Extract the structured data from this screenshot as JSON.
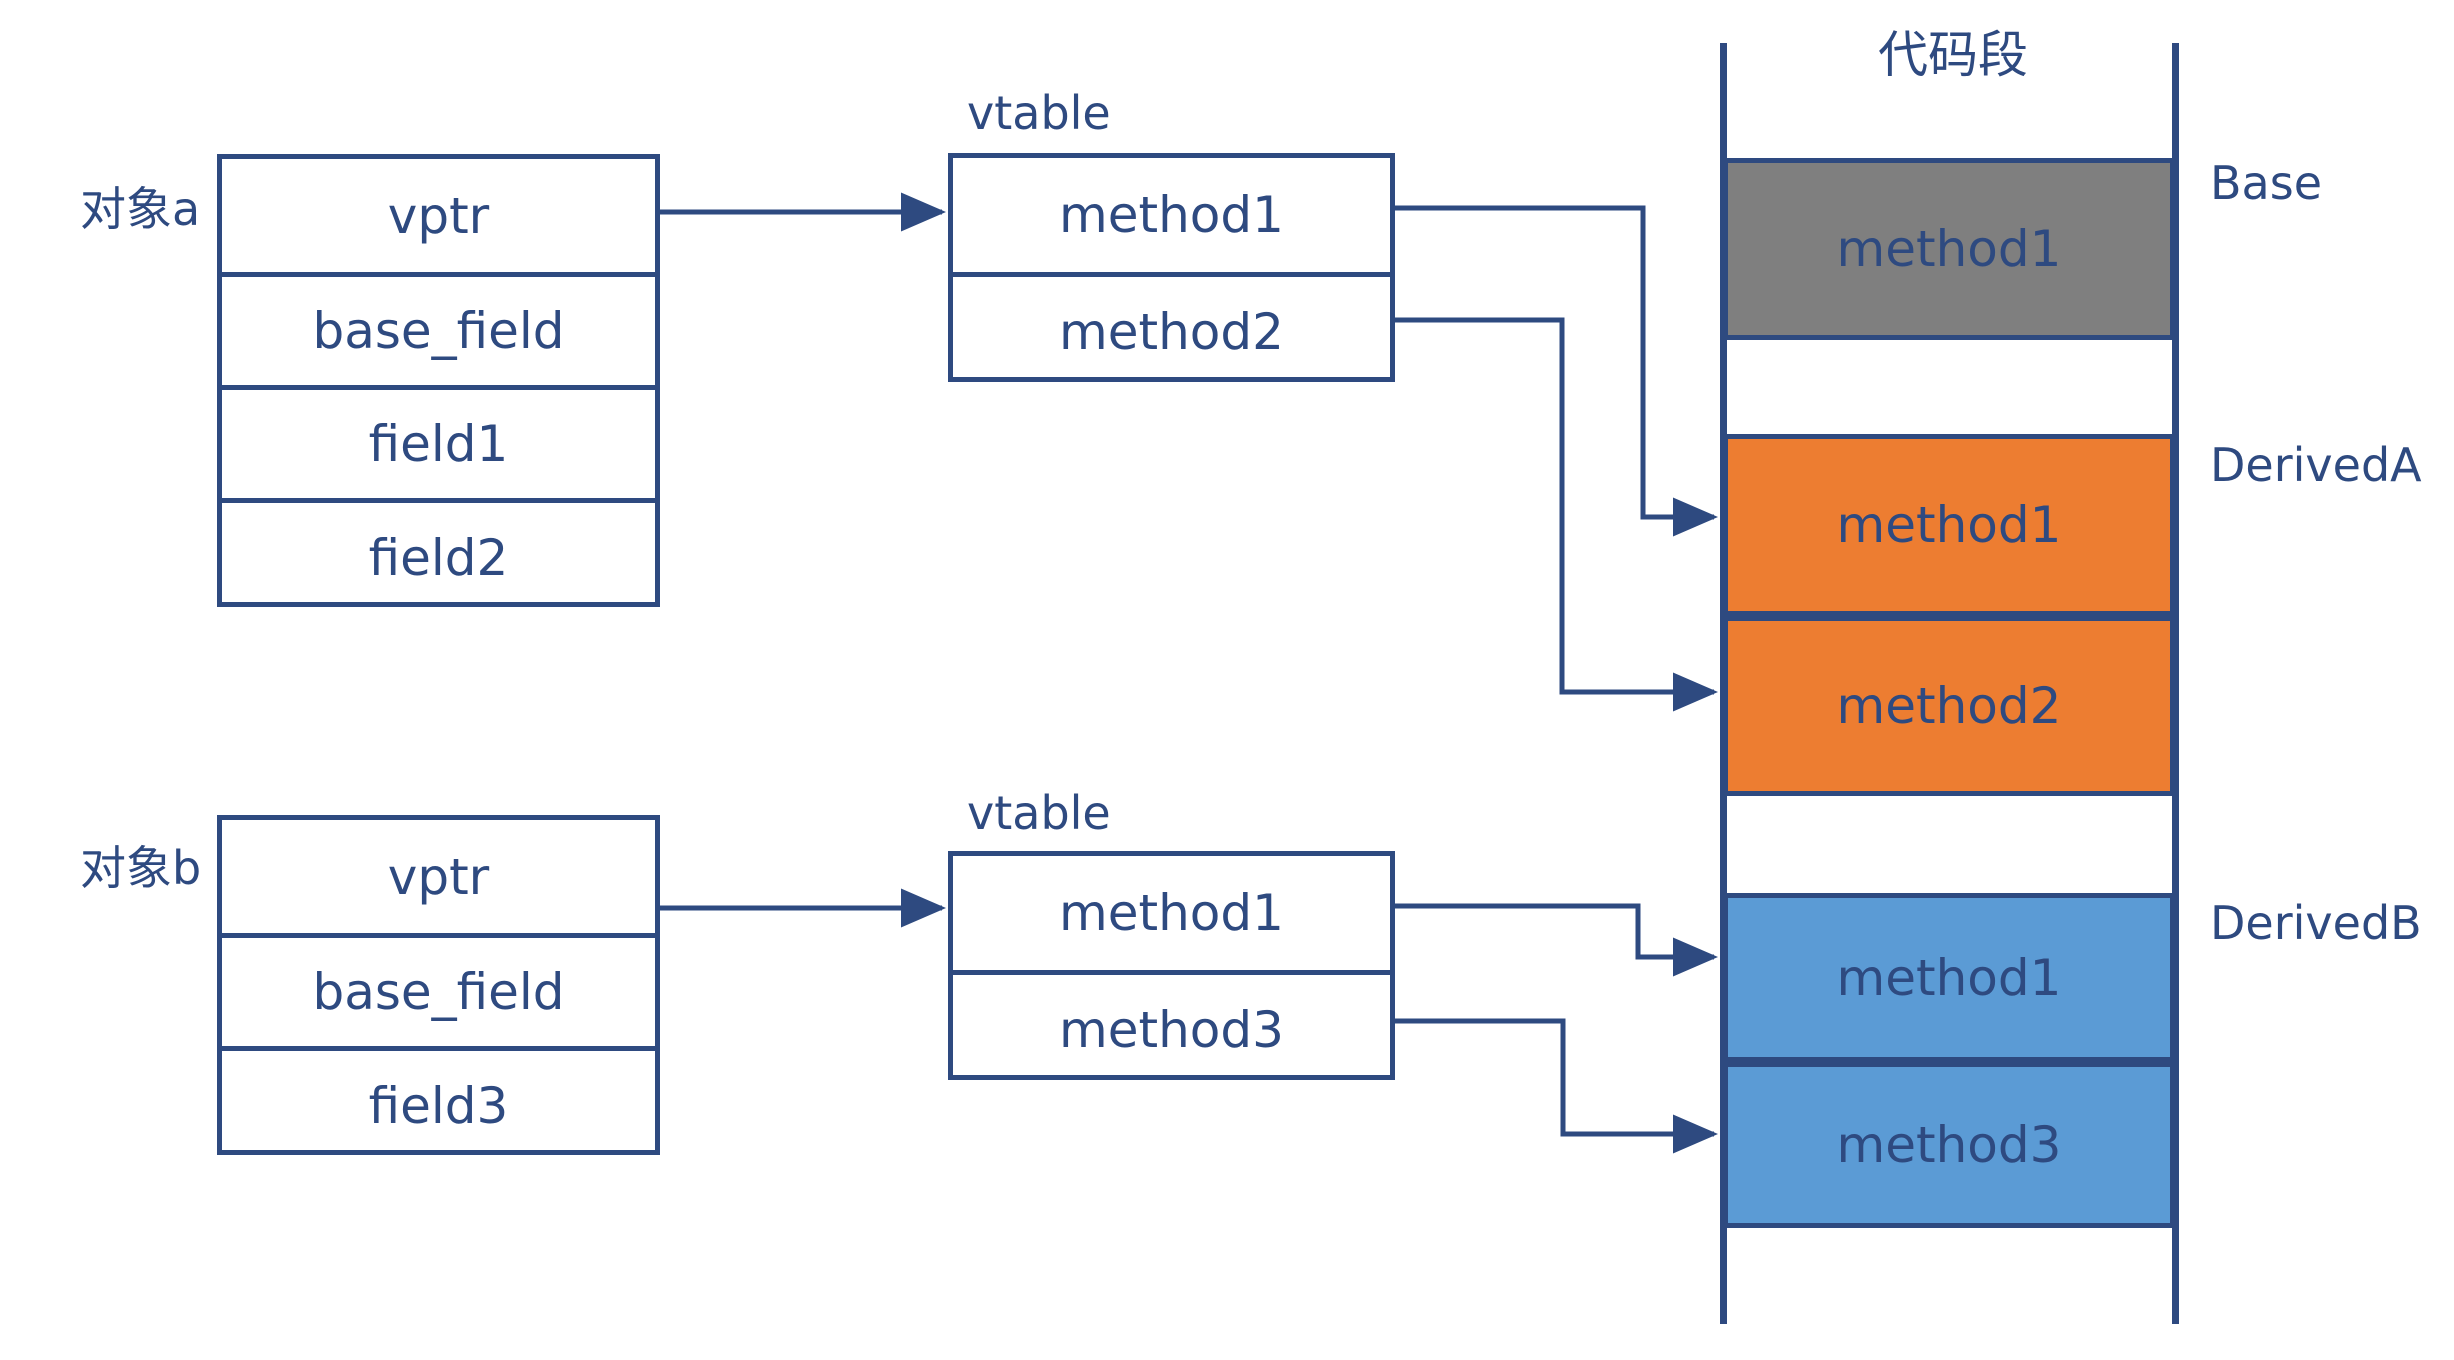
{
  "diagram": {
    "title_code_segment": "代码段",
    "theme": {
      "ink": "#2e4a80",
      "stroke": "#2e4a80",
      "base_fill": "#7f7f7f",
      "derived_a_fill": "#ed7d31",
      "derived_b_fill": "#5b9bd5",
      "background": "#ffffff"
    },
    "objects": [
      {
        "caption": "对象a",
        "rows": [
          {
            "label": "vptr"
          },
          {
            "label": "base_field"
          },
          {
            "label": "field1"
          },
          {
            "label": "field2"
          }
        ]
      },
      {
        "caption": "对象b",
        "rows": [
          {
            "label": "vptr"
          },
          {
            "label": "base_field"
          },
          {
            "label": "field3"
          }
        ]
      }
    ],
    "vtables": [
      {
        "caption": "vtable",
        "entries": [
          {
            "label": "method1"
          },
          {
            "label": "method2"
          }
        ]
      },
      {
        "caption": "vtable",
        "entries": [
          {
            "label": "method1"
          },
          {
            "label": "method3"
          }
        ]
      }
    ],
    "code_segment": {
      "title": "代码段",
      "groups": [
        {
          "label": "Base",
          "fill": "#7f7f7f",
          "blocks": [
            {
              "label": "method1"
            }
          ]
        },
        {
          "label": "DerivedA",
          "fill": "#ed7d31",
          "blocks": [
            {
              "label": "method1"
            },
            {
              "label": "method2"
            }
          ]
        },
        {
          "label": "DerivedB",
          "fill": "#5b9bd5",
          "blocks": [
            {
              "label": "method1"
            },
            {
              "label": "method3"
            }
          ]
        }
      ]
    }
  }
}
